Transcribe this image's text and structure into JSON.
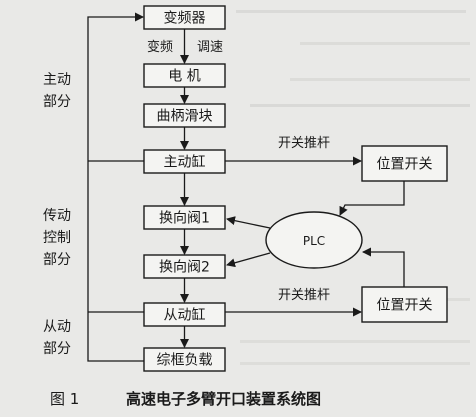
{
  "boxes": {
    "inverter": "变频器",
    "motor": "电 机",
    "crank_slider": "曲柄滑块",
    "master_cylinder": "主动缸",
    "valve_1": "换向阀1",
    "valve_2": "换向阀2",
    "slave_cylinder": "从动缸",
    "heddle_load": "综框负载",
    "position_switch_top": "位置开关",
    "position_switch_bottom": "位置开关",
    "plc": "PLC"
  },
  "edge_labels": {
    "freq_change": "变频",
    "speed_adjust": "调速",
    "switch_push_top": "开关推杆",
    "switch_push_bottom": "开关推杆"
  },
  "side_labels": {
    "active_part": [
      "主动",
      "部分"
    ],
    "transmission_control_part": [
      "传动",
      "控制",
      "部分"
    ],
    "slave_part": [
      "从动",
      "部分"
    ]
  },
  "caption": {
    "number": "图 1",
    "title": "高速电子多臂开口装置系统图"
  }
}
